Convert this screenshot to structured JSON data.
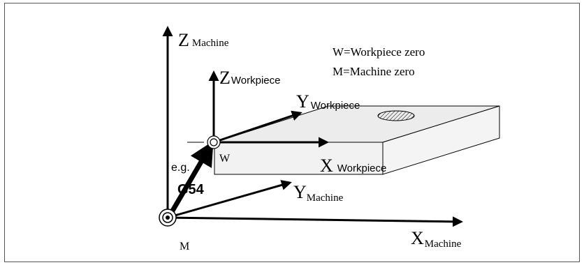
{
  "legend": {
    "w": "W=Workpiece zero",
    "m": "M=Machine zero"
  },
  "axes": {
    "z_machine": {
      "main": "Z",
      "sub": "Machine"
    },
    "z_workpiece": {
      "main": "Z",
      "sub": "Workpiece"
    },
    "y_workpiece": {
      "main": "Y",
      "sub": "Workpiece"
    },
    "x_workpiece": {
      "main": "X",
      "sub": "Workpiece"
    },
    "y_machine": {
      "main": "Y",
      "sub": "Machine"
    },
    "x_machine": {
      "main": "X",
      "sub": "Machine"
    }
  },
  "points": {
    "workpiece_zero": "W",
    "machine_zero": "M"
  },
  "offset": {
    "example": "e.g.",
    "code": "G54"
  }
}
